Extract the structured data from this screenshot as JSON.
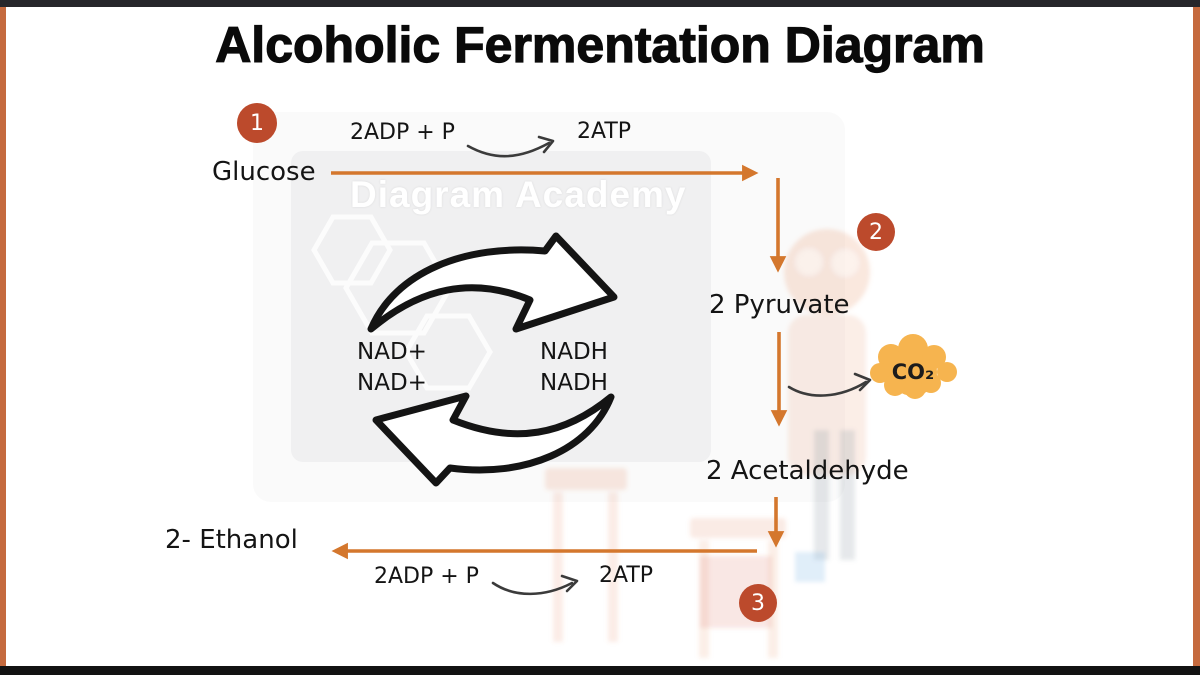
{
  "title": "Alcoholic Fermentation Diagram",
  "watermark": "Diagram Academy",
  "frame": {
    "top_bar_color": "#26262a",
    "bottom_bar_color": "#121212",
    "side_border_color": "#c56a3e"
  },
  "palette": {
    "arrow_orange": "#d4772d",
    "step_circle_red": "#bc4a2c",
    "co2_cloud_yellow": "#f6b44f",
    "ink_black": "#141414"
  },
  "steps": {
    "step1": "1",
    "step2": "2",
    "step3": "3"
  },
  "nodes": {
    "glucose": "Glucose",
    "pyruvate": "2 Pyruvate",
    "acetaldehyde": "2 Acetaldehyde",
    "ethanol": "2- Ethanol",
    "co2": "CO₂"
  },
  "cofactors": {
    "adp_top": "2ADP + P",
    "atp_top": "2ATP",
    "adp_bottom": "2ADP + P",
    "atp_bottom": "2ATP",
    "nad_plus_1": "NAD+",
    "nad_plus_2": "NAD+",
    "nadh_1": "NADH",
    "nadh_2": "NADH"
  }
}
